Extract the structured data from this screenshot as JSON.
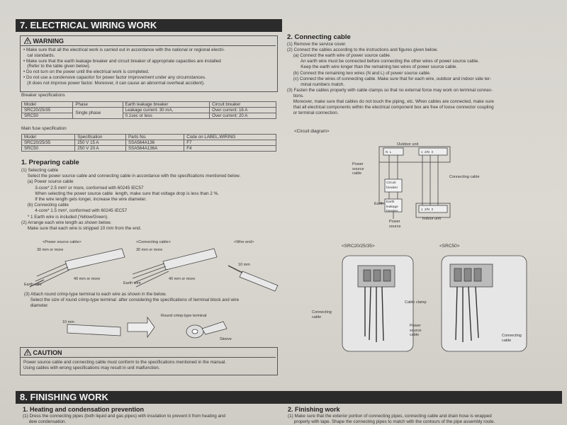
{
  "section7": {
    "title": "7. ELECTRICAL WIRING WORK",
    "warning": {
      "title": "WARNING",
      "lines": [
        "• Make sure that all the electrical work is carried out in accordance with the national or regional electri-",
        "   cal standards.",
        "• Make sure that the earth leakage breaker and circuit breaker of appropriate capacities are installed",
        "   (Refer to the table given below).",
        "• Do not turn on the power until the electrical work is completed.",
        "• Do not use a condensive capacitor for power factor improvement under any circumstances.",
        "   (It does not improve power factor. Moreover, it can cause an abnormal overheat accident)."
      ]
    },
    "breaker": {
      "label": "Breaker specifications",
      "headers": [
        "Model",
        "Phase",
        "Earth leakage breaker",
        "Circuit breaker"
      ],
      "rows": [
        [
          "SRC20/25/35",
          "Single phase",
          "Leakage current: 30 mA,",
          "Over current: 16 A"
        ],
        [
          "SRC50",
          "",
          "0.1sec or less",
          "Over current: 20 A"
        ]
      ]
    },
    "fuse": {
      "label": "Main fuse specification",
      "headers": [
        "Model",
        "Specification",
        "Parts No.",
        "Code on LABEL,WIRING"
      ],
      "rows": [
        [
          "SRC20/25/35",
          "250 V 15 A",
          "SSA564A136",
          "F7"
        ],
        [
          "SRC50",
          "250 V 20 A",
          "SSA564A136A",
          "F4"
        ]
      ]
    },
    "preparing": {
      "title": "1. Preparing cable",
      "lines": [
        "(1) Selecting cable",
        "     Select the power source cable and connecting cable in accordance with the specifications mentioned below.",
        "     (a) Power source cable",
        "           3-core* 2.5 mm² or more, conformed with 60245 IEC57",
        "           When selecting the power source cable  length, make sure that voltage drop is less than 2 %.",
        "           If the wire length gets longer, increase the wire diameter.",
        "     (b) Connecting cable",
        "           4-core* 1.5 mm², conformed with 60245 IEC57",
        "     * 1 Earth wire is included (Yellow/Green).",
        "(2) Arrange each wire length as shown below.",
        "     Make sure that each wire is stripped 10 mm from the end."
      ],
      "fig_power": "<Power source cable>",
      "fig_conn": "<Connecting cable>",
      "fig_end": "<Wire end>",
      "lbl_30a": "30 mm or more",
      "lbl_40a": "40 mm or more",
      "lbl_earth_a": "Earth wire",
      "lbl_30b": "30 mm or more",
      "lbl_40b": "40 mm or more",
      "lbl_earth_b": "Earth wire",
      "lbl_10": "10 mm",
      "step3_lines": [
        "(3) Attach round crimp-type terminal to each wire as shown in the below.",
        "     Select the size of round crimp-type terminal  after considering the specifications of terminal block and wire",
        "     diameter."
      ],
      "lbl_10b": "10 mm",
      "lbl_crimp": "Round crimp-type terminal",
      "lbl_sleeve": "Sleeve"
    },
    "caution": {
      "title": "CAUTION",
      "lines": [
        "Power source cable and connecting cable must conform to the specifications mentioned in the manual.",
        "Using cables with wrong specifications may result in unit malfunction."
      ]
    },
    "connecting": {
      "title": "2. Connecting cable",
      "lines": [
        "(1) Remove the service cover.",
        "(2) Connect the cables according to the instructions and figures given below.",
        "     (a) Connect the earth wire of power source cable.",
        "           An earth wire must be connected before connecting the other wires of power source cable.",
        "           Keep the earth wire longer than the remaining two wires of power source cable.",
        "     (b) Connect the remaining two wires (N and L) of power source cable.",
        "     (c) Connect the wires of connecting cable. Make sure that for each wire, outdoor and indoor side ter-",
        "           minal numbers match.",
        "(3) Fasten the cables properly with cable clamps so that no external force may work on terminal connec-",
        "     tions.",
        "     Moreover, make sure that cables do not touch the piping, etc. When cables are connected, make sure",
        "     that all electrical components within the electrical component box are free of loose connector coupling",
        "     or terminal connection."
      ],
      "circuit_label": "<Circuit diagram>",
      "outdoor_unit": "Outdoor unit",
      "indoor_unit": "Indoor unit",
      "power_source_cable": "Power\nsource\ncable",
      "circuit_breaker": "Circuit\nbreaker",
      "earth": "Earth",
      "earth_leakage_breaker": "Earth\nleakage\nbreaker",
      "power_source": "Power\nsource",
      "connecting_cable": "Connecting cable",
      "term_left": "N  L",
      "term_right": "1  2/N  3",
      "term_indoor": "1  2/N  3",
      "src_small": "<SRC20/25/35>",
      "src_big": "<SRC50>",
      "lbl_conn_cable": "Connecting\ncable",
      "lbl_cable_clamp": "Cable clamp",
      "lbl_power_cable": "Power\nsource\ncable",
      "lbl_conn_cable_r": "Connecting\ncable"
    }
  },
  "section8": {
    "title": "8. FINISHING WORK",
    "heat_title": "1. Heating and condensation prevention",
    "heat_line1": "(1) Dress the connecting pipes (both liquid and gas pipes) with insulation to prevent it from heating and",
    "heat_line2": "     dew condensation.",
    "finish_title": "2. Finishing work",
    "finish_line1": "(1) Make sure that the exterior portion of connecting pipes, connecting cable and drain hose is wrapped",
    "finish_line2": "     properly with tape. Shape the connecting pipes to match with the contours of the pipe assembly route."
  }
}
